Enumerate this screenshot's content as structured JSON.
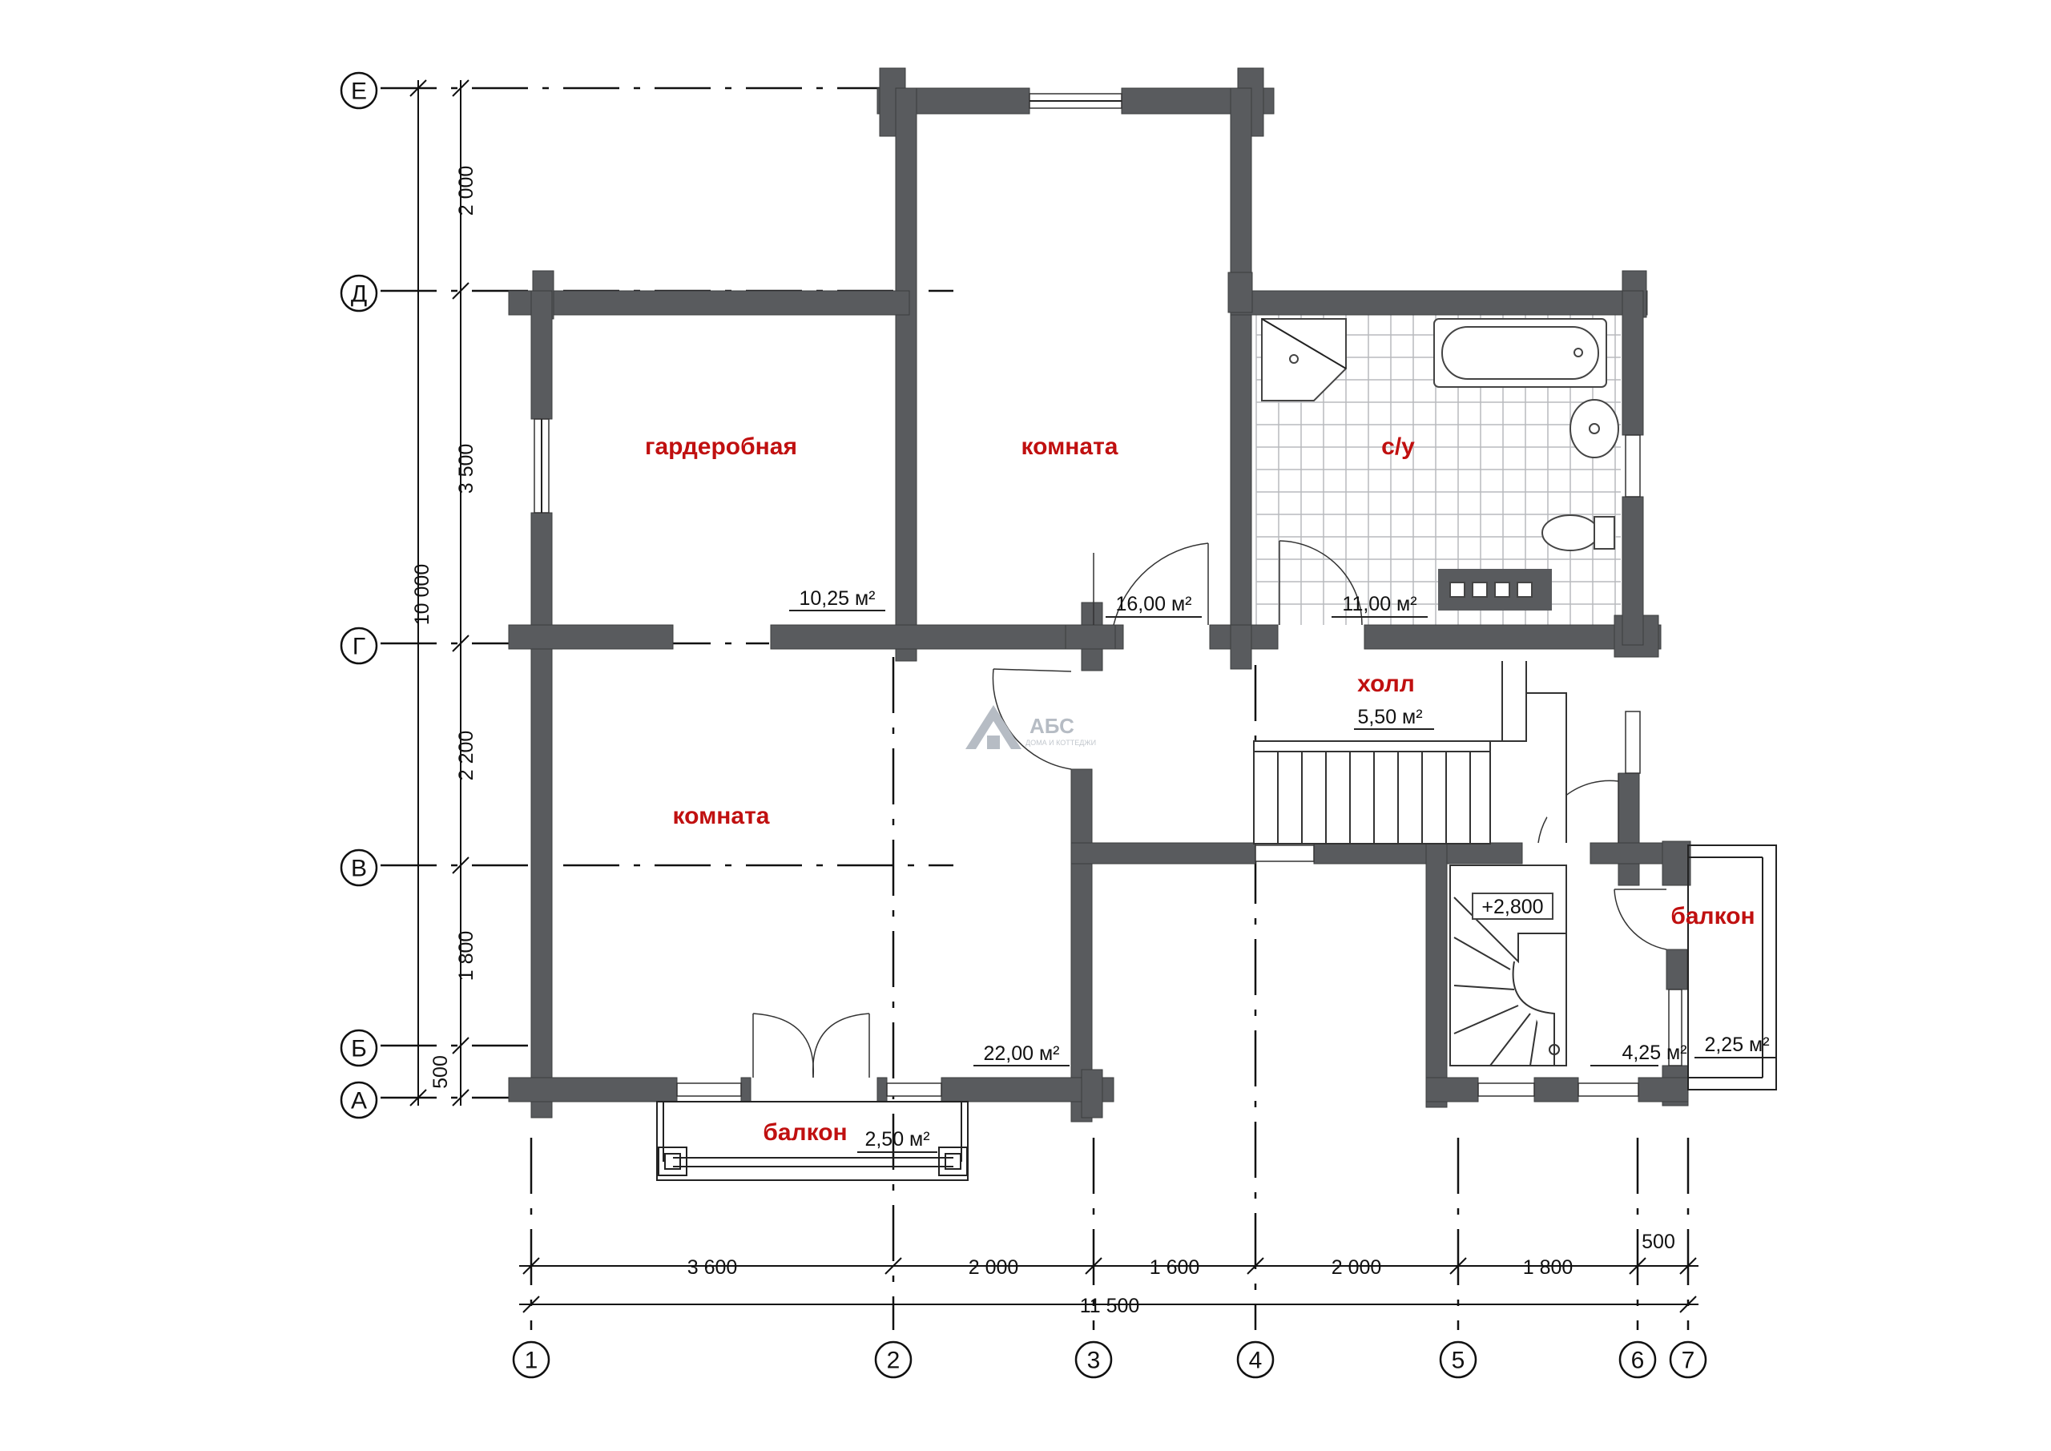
{
  "rooms": {
    "wardrobe": {
      "label": "гардеробная",
      "area": "10,25 м²"
    },
    "room_upper": {
      "label": "комната",
      "area": "16,00 м²"
    },
    "bathroom": {
      "label": "с/у",
      "area": "11,00 м²"
    },
    "hall": {
      "label": "холл",
      "area": "5,50 м²"
    },
    "room_lower": {
      "label": "комната",
      "area": "22,00 м²"
    },
    "balcony_front": {
      "label": "балкон",
      "area": "2,50 м²"
    },
    "stair_room": {
      "area": "4,25 м²"
    },
    "balcony_side": {
      "label": "балкон",
      "area": "2,25 м²"
    },
    "level_mark": "+2,800"
  },
  "axes": {
    "rows": [
      "Е",
      "Д",
      "Г",
      "В",
      "Б",
      "А"
    ],
    "cols": [
      "1",
      "2",
      "3",
      "4",
      "5",
      "6",
      "7"
    ]
  },
  "dimensions": {
    "vertical": [
      "2 000",
      "3 500",
      "2 200",
      "1 800",
      "500"
    ],
    "vertical_total": "10 000",
    "horizontal": [
      "3 600",
      "2 000",
      "1 600",
      "2 000",
      "1 800",
      "500"
    ],
    "horizontal_total": "11 500"
  },
  "logo": {
    "title": "АБС",
    "subtitle": "ДОМА И КОТТЕДЖИ"
  },
  "colors": {
    "wall": "#595b5e",
    "label": "#c01010"
  }
}
